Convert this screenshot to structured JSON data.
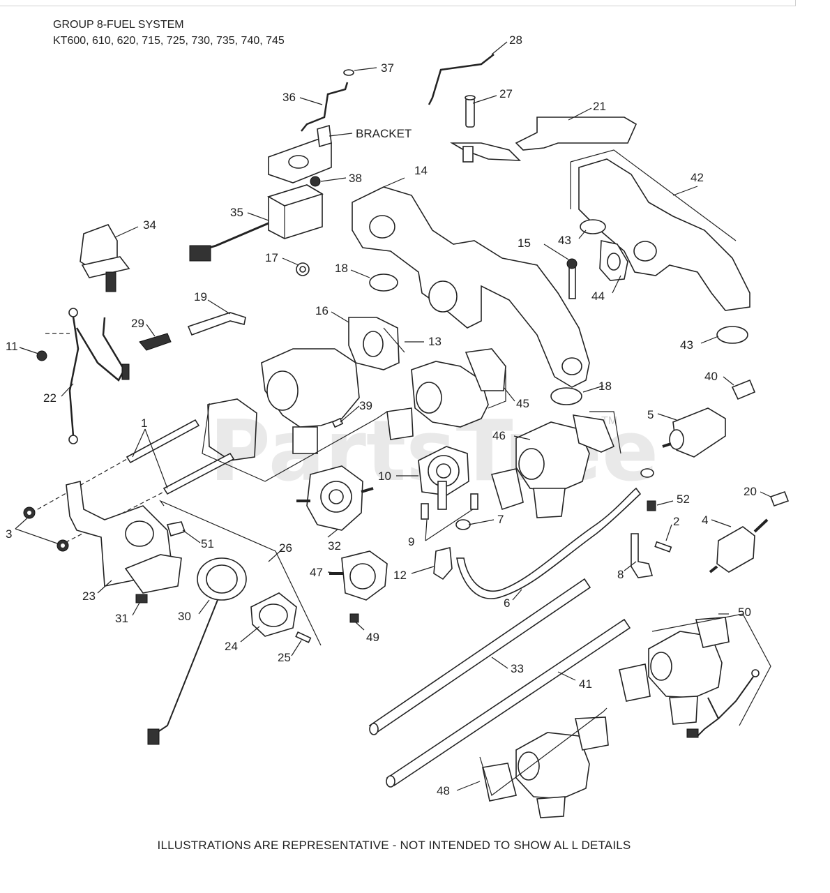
{
  "header": {
    "line1": "GROUP 8-FUEL SYSTEM",
    "line2": "KT600, 610, 620, 715, 725, 730, 735, 740, 745"
  },
  "footer": {
    "text": "ILLUSTRATIONS ARE REPRESENTATIVE - NOT INTENDED  TO SHOW AL L DETAILS"
  },
  "watermark": {
    "text": "PartsTree",
    "mark": "TM"
  },
  "labels": {
    "l1": "1",
    "l2": "2",
    "l3": "3",
    "l4": "4",
    "l5": "5",
    "l6": "6",
    "l7": "7",
    "l8": "8",
    "l9": "9",
    "l10": "10",
    "l11": "11",
    "l12": "12",
    "l13": "13",
    "l14": "14",
    "l15": "15",
    "l16": "16",
    "l17": "17",
    "l18a": "18",
    "l18b": "18",
    "l19": "19",
    "l20": "20",
    "l21": "21",
    "l22": "22",
    "l23": "23",
    "l24": "24",
    "l25": "25",
    "l26": "26",
    "l27": "27",
    "l28": "28",
    "l29": "29",
    "l30": "30",
    "l31": "31",
    "l32": "32",
    "l33": "33",
    "l34": "34",
    "l35": "35",
    "l36": "36",
    "l37": "37",
    "l38": "38",
    "l39": "39",
    "l40": "40",
    "l41": "41",
    "l42": "42",
    "l43a": "43",
    "l43b": "43",
    "l44": "44",
    "l45": "45",
    "l46": "46",
    "l47": "47",
    "l48": "48",
    "l49": "49",
    "l50": "50",
    "l51": "51",
    "l52": "52",
    "bracket": "BRACKET"
  },
  "colors": {
    "line": "#222222",
    "watermark": "#d8d8d8",
    "background": "#ffffff"
  }
}
